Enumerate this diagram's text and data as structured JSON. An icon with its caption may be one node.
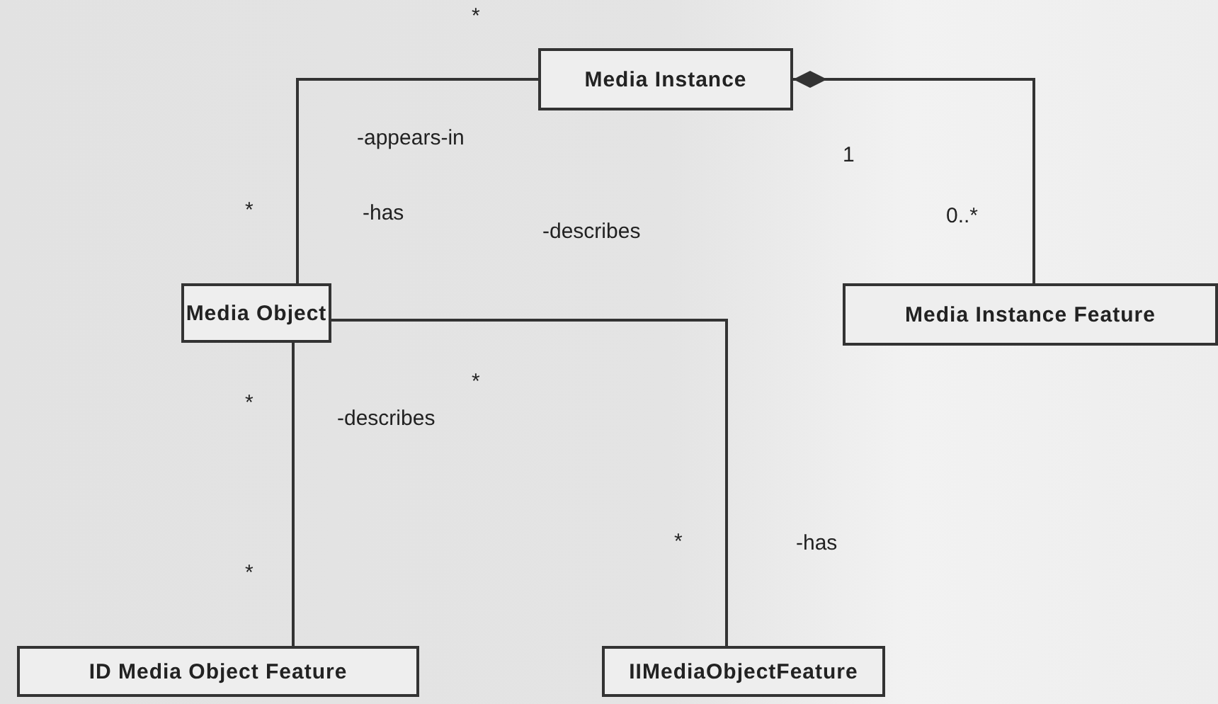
{
  "diagram": {
    "nodes": [
      {
        "text": [
          "Media Instance"
        ]
      },
      {
        "text": [
          "Media Object"
        ]
      },
      {
        "text": [
          "Media Instance Feature"
        ]
      },
      {
        "text": [
          "ID Media Object Feature"
        ]
      },
      {
        "text": [
          "IIMediaObjectFeature"
        ]
      }
    ],
    "edges": [
      {
        "from": 1,
        "to": 0,
        "arrow": "none"
      },
      {
        "from": 0,
        "to": 2,
        "arrow": "other"
      },
      {
        "from": 1,
        "to": 3,
        "arrow": "none"
      },
      {
        "from": 1,
        "to": 4,
        "arrow": "none"
      }
    ],
    "labels": [
      "*",
      "-appears-in",
      "*",
      "-has",
      "-describes",
      "1",
      "0..*",
      "*",
      "*",
      "-describes",
      "*",
      "*",
      "-has"
    ]
  }
}
